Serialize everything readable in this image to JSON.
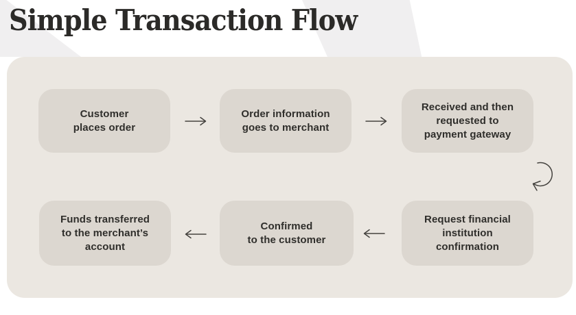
{
  "title": "Simple Transaction Flow",
  "panel": {
    "boxes": [
      {
        "id": "customer-places-order",
        "text": "Customer\nplaces order"
      },
      {
        "id": "order-info-to-merchant",
        "text": "Order information\ngoes to merchant"
      },
      {
        "id": "payment-gateway-request",
        "text": "Received and then\nrequested to\npayment gateway"
      },
      {
        "id": "funds-transferred",
        "text": "Funds transferred\nto the merchant’s\naccount"
      },
      {
        "id": "confirmed-to-customer",
        "text": "Confirmed\nto the customer"
      },
      {
        "id": "financial-confirmation",
        "text": "Request financial\ninstitution\nconfirmation"
      }
    ]
  },
  "icons": {
    "arrow_right": "→",
    "arrow_left": "←",
    "loop_arrow": "curved clockwise arrow turning flow to next row"
  },
  "colors": {
    "background": "#ffffff",
    "decor_shape": "#f0eff0",
    "panel": "#ebe7e1",
    "box": "#dcd7d0",
    "title_text": "#2b2a28",
    "box_text": "#2f2e2b",
    "arrow": "#44423e"
  }
}
